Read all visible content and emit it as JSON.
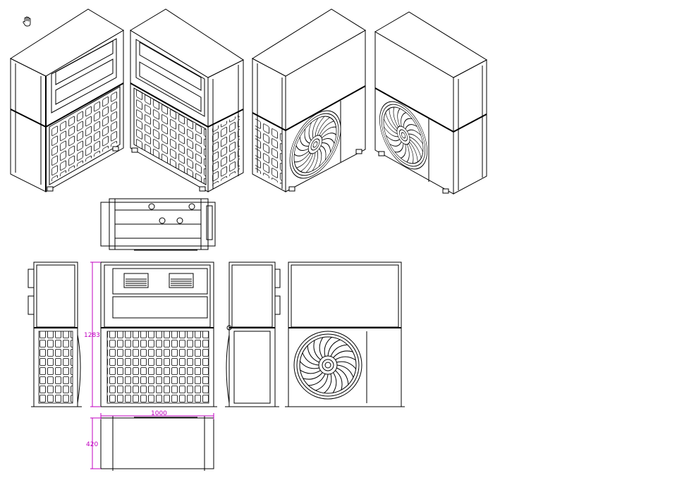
{
  "drawing": {
    "dimensions": {
      "height_label": "1283",
      "width_label": "1000",
      "depth_label": "420"
    },
    "colors": {
      "line": "#000000",
      "dimension": "#c000c0",
      "background": "#ffffff"
    },
    "cursor_icon": "hand-cursor-icon"
  }
}
